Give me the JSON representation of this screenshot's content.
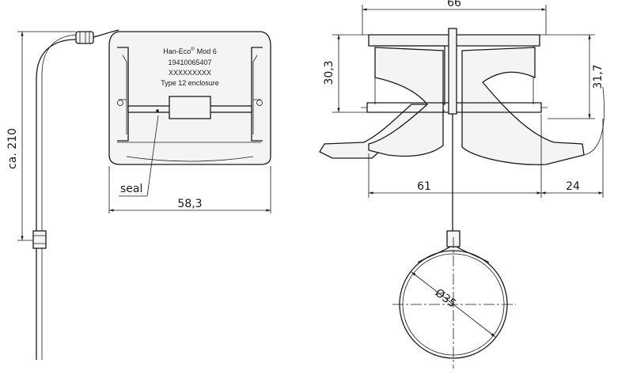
{
  "front_view": {
    "label_title": "Han-Eco",
    "label_title_suffix": "Mod 6",
    "label_reg": "®",
    "part_number": "19410065407",
    "serial": "XXXXXXXXX",
    "enclosure": "Type 12 enclosure",
    "seal_label": "seal",
    "dim_width": "58,3",
    "dim_cable_length": "ca. 210"
  },
  "side_view": {
    "dim_overall_width": "66",
    "dim_height_left": "30,3",
    "dim_height_right": "31,7",
    "dim_base": "61",
    "dim_handle": "24",
    "dim_ring_diameter": "Ø35"
  }
}
